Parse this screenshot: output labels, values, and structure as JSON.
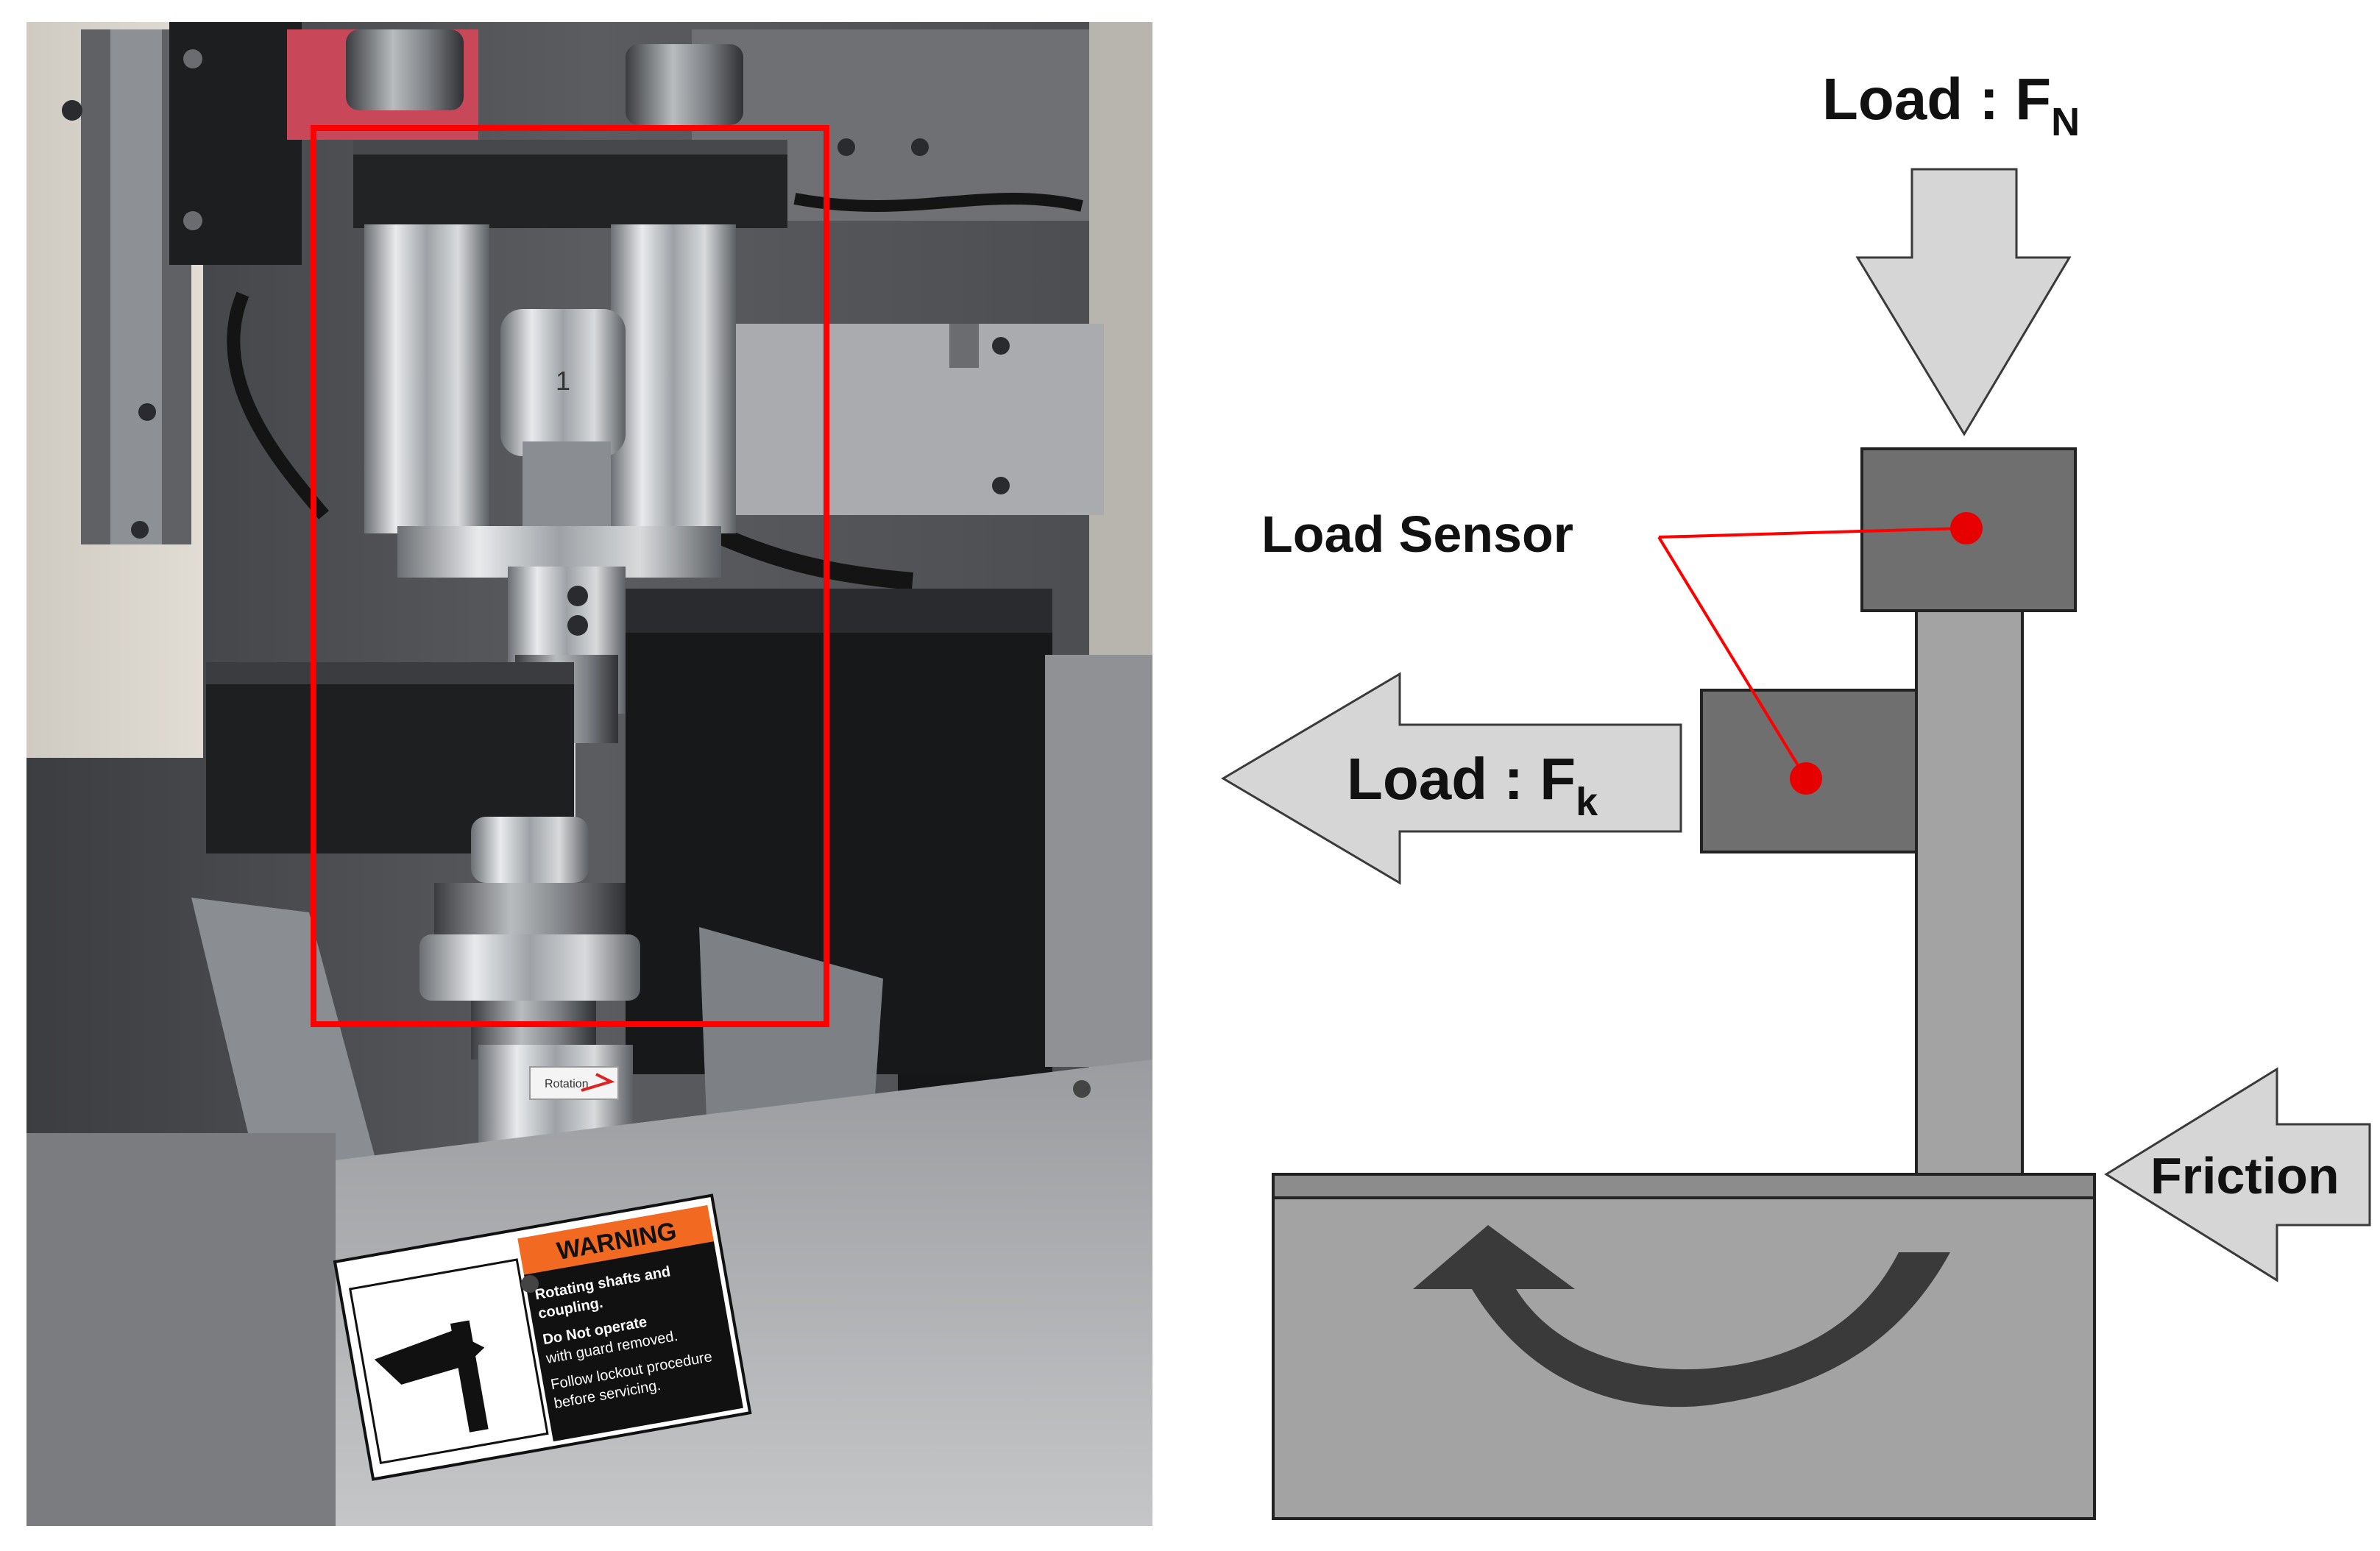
{
  "photo": {
    "warning_label": {
      "header": "WARNING",
      "lines": [
        "Rotating shafts and",
        "coupling.",
        "Do Not operate",
        "with guard removed.",
        "Follow lockout procedure",
        "before servicing."
      ]
    },
    "rotation_sticker": "Rotation",
    "collet_number": "1"
  },
  "diagram": {
    "load_top": {
      "text": "Load : F",
      "subscript": "N"
    },
    "load_side": {
      "text": "Load : F",
      "subscript": "k"
    },
    "load_sensor_label": "Load Sensor",
    "friction_label": "Friction"
  },
  "colors": {
    "highlight_box": "#ff0000",
    "sensor_dot": "#e60000",
    "sensor_block": "#6f6f6f",
    "arrow_fill": "#d6d6d6",
    "rotation_arrow": "#3a3a3a",
    "warning_orange": "#f26a21"
  }
}
